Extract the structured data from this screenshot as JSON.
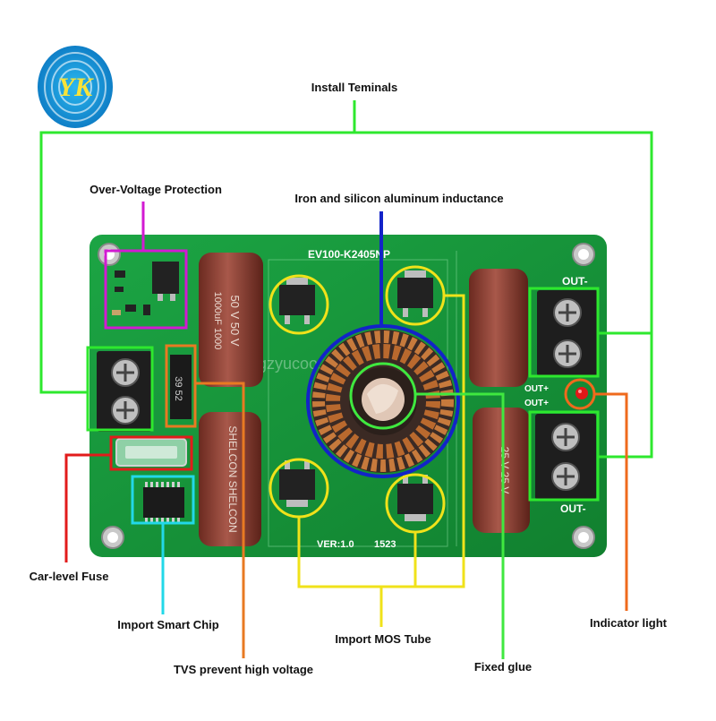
{
  "labels": {
    "install_terminals": "Install Teminals",
    "over_voltage": "Over-Voltage Protection",
    "inductance": "Iron and silicon aluminum inductance",
    "car_fuse": "Car-level Fuse",
    "smart_chip": "Import Smart Chip",
    "mos_tube": "Import MOS Tube",
    "tvs": "TVS prevent high voltage",
    "fixed_glue": "Fixed glue",
    "indicator": "Indicator light"
  },
  "board_text": {
    "model": "EV100-K2405NP",
    "version": "VER:1.0",
    "date_code": "1523",
    "out_minus_top": "OUT-",
    "out_plus_1": "OUT+",
    "out_plus_2": "OUT+",
    "out_minus_bottom": "OUT-",
    "cap_left_top": "50 V 50 V",
    "cap_left_top_2": "1000uF 1000",
    "cap_left_bottom": "SHELCON SHELCON",
    "cap_right_bottom": "25 V 25 V",
    "tvs_code": "39 52",
    "watermark": "gzyucoo.en.alibaba.com"
  },
  "logo": {
    "text": "YK"
  },
  "colors": {
    "board": "#17983a",
    "install_terminals": "#2ee82e",
    "over_voltage": "#d21ad2",
    "inductance": "#1323c8",
    "fuse": "#e21b1b",
    "smart_chip": "#22d8e8",
    "mos": "#f0e21a",
    "tvs": "#e87a22",
    "fixed_glue": "#3fe83f",
    "indicator": "#ef6a1c"
  }
}
